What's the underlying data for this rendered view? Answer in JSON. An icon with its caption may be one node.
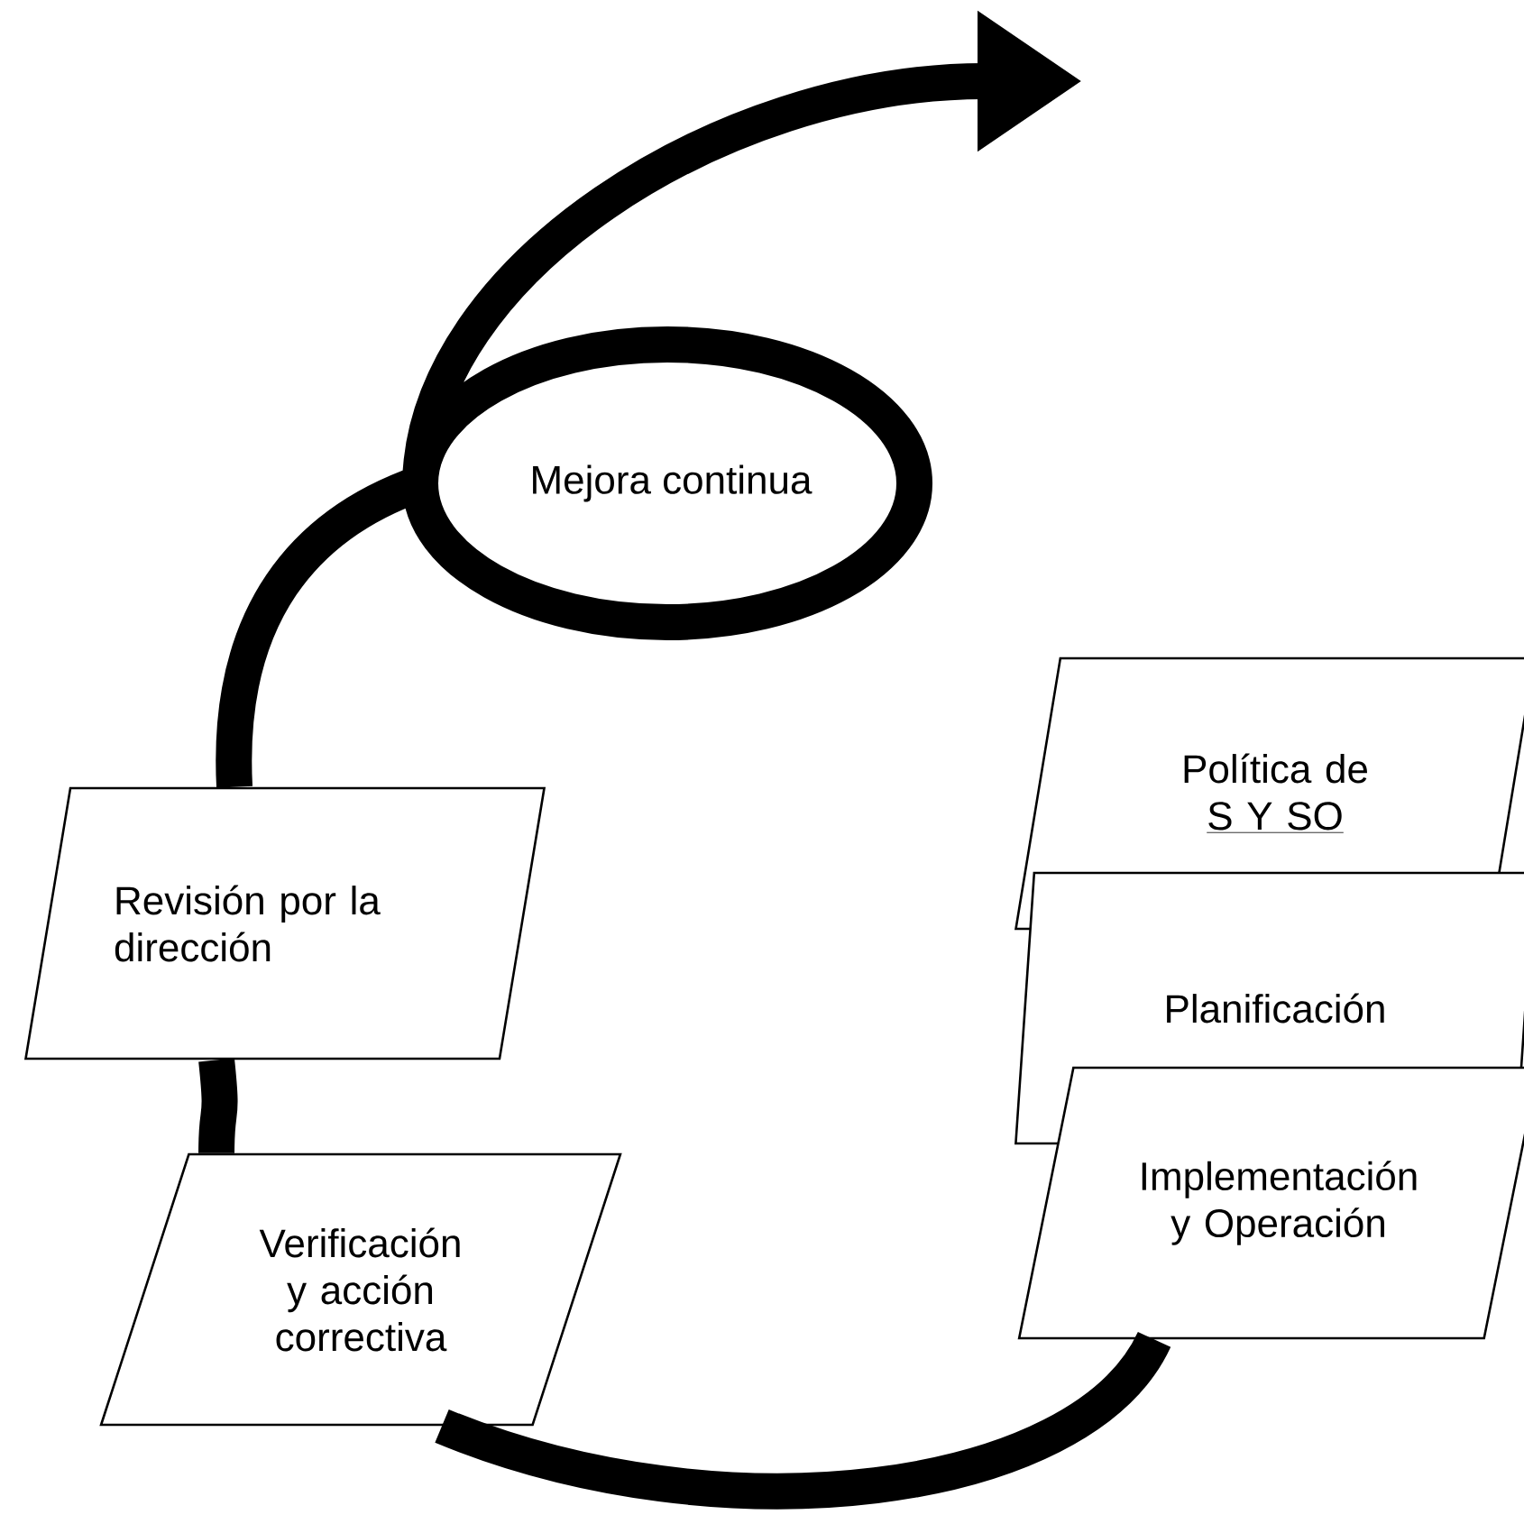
{
  "diagram": {
    "nodes": [
      {
        "text": [
          "Mejora continua"
        ]
      },
      {
        "text": [
          "Política de",
          "S Y SO"
        ]
      },
      {
        "text": [
          "Revisión por la dirección"
        ]
      },
      {
        "text": [
          "Planificación"
        ]
      },
      {
        "text": [
          "Implementación y Operación"
        ]
      },
      {
        "text": [
          "Verificación y acción correctiva"
        ]
      }
    ],
    "edges": [
      {
        "from": 4,
        "to": 5,
        "arrow": "none"
      },
      {
        "from": 5,
        "to": 2,
        "arrow": "none"
      },
      {
        "from": 2,
        "to": null,
        "arrow": "to"
      }
    ]
  }
}
